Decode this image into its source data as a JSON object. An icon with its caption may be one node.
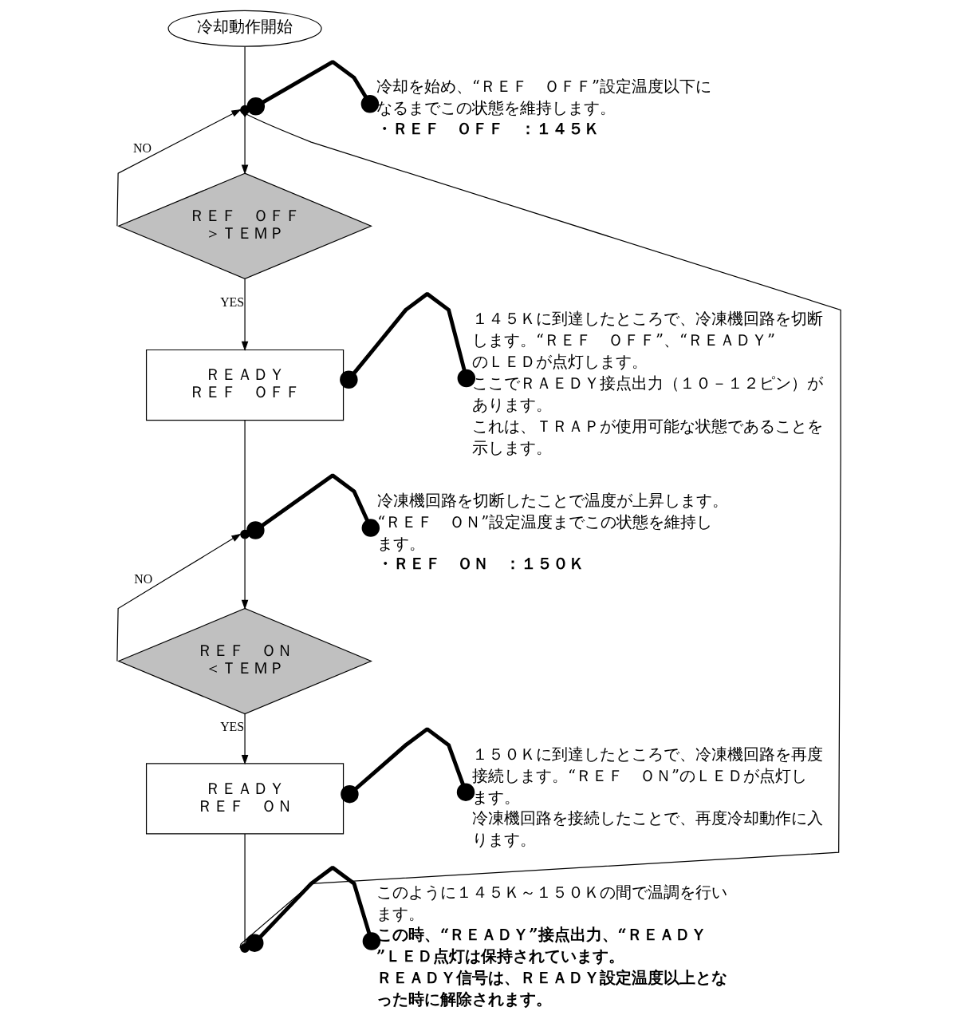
{
  "diagram": {
    "nodes": [
      {
        "text": [
          "冷却動作開始"
        ]
      },
      {
        "text": [],
        "shape": "dot"
      },
      {
        "text": [
          "ＲＥＦ　ＯＦＦ",
          "＞ＴＥＭＰ"
        ]
      },
      {
        "text": [
          "ＲＥＡＤＹ",
          "ＲＥＦ　ＯＦＦ"
        ]
      },
      {
        "text": [],
        "shape": "dot"
      },
      {
        "text": [
          "ＲＥＦ　ＯＮ",
          "＜ＴＥＭＰ"
        ]
      },
      {
        "text": [
          "ＲＥＡＤＹ",
          "ＲＥＦ　ＯＮ"
        ]
      },
      {
        "text": [],
        "shape": "dot"
      },
      {
        "text": [
          "冷却を始め、“ＲＥＦ　ＯＦＦ”設定温度以下になるまでこの状態を維持します。",
          "・ＲＥＦ　ＯＦＦ　：１４５Ｋ"
        ]
      },
      {
        "text": [
          "１４５Ｋに到達したところで、冷凍機回路を切断します。“ＲＥＦ　ＯＦＦ”、“ＲＥＡＤＹ”　のＬＥＤが点灯します。",
          "ここでＲＡＥＤＹ接点出力（１０－１２ピン）があります。",
          "これは、ＴＲＡＰが使用可能な状態であることを示します。"
        ]
      },
      {
        "text": [
          "冷凍機回路を切断したことで温度が上昇します。“ＲＥＦ　ＯＮ”設定温度までこの状態を維持します。",
          "・ＲＥＦ　ＯＮ　：１５０Ｋ"
        ]
      },
      {
        "text": [
          "１５０Ｋに到達したところで、冷凍機回路を再度接続します。“ＲＥＦ　ＯＮ”のＬＥＤが点灯します。",
          "冷凍機回路を接続したことで、再度冷却動作に入ります。"
        ]
      },
      {
        "text": [
          "このように１４５Ｋ～１５０Ｋの間で温調を行います。",
          "この時、“ＲＥＡＤＹ”接点出力、“ＲＥＡＤＹ”ＬＥＤ点灯は保持されています。",
          "ＲＥＡＤＹ信号は、ＲＥＡＤＹ設定温度以上となった時に解除されます。"
        ]
      }
    ],
    "edges": [
      {
        "from": 0,
        "to": 1,
        "arrow": "none"
      },
      {
        "from": 1,
        "to": 2,
        "arrow": "to"
      },
      {
        "from": 2,
        "to": 1,
        "arrow": "to",
        "label": "NO"
      },
      {
        "from": 2,
        "to": 3,
        "arrow": "to",
        "label": "YES"
      },
      {
        "from": 3,
        "to": 4,
        "arrow": "none"
      },
      {
        "from": 4,
        "to": 5,
        "arrow": "to"
      },
      {
        "from": 5,
        "to": 4,
        "arrow": "to",
        "label": "NO"
      },
      {
        "from": 5,
        "to": 6,
        "arrow": "to",
        "label": "YES"
      },
      {
        "from": 6,
        "to": 7,
        "arrow": "none"
      },
      {
        "from": 7,
        "to": 1,
        "arrow": "to"
      },
      {
        "from": 8,
        "to": 1,
        "arrow": "other",
        "style": "thick"
      },
      {
        "from": 9,
        "to": 3,
        "arrow": "other",
        "style": "thick"
      },
      {
        "from": 10,
        "to": 4,
        "arrow": "other",
        "style": "thick"
      },
      {
        "from": 11,
        "to": 6,
        "arrow": "other",
        "style": "thick"
      },
      {
        "from": 12,
        "to": 7,
        "arrow": "other",
        "style": "thick"
      }
    ]
  }
}
